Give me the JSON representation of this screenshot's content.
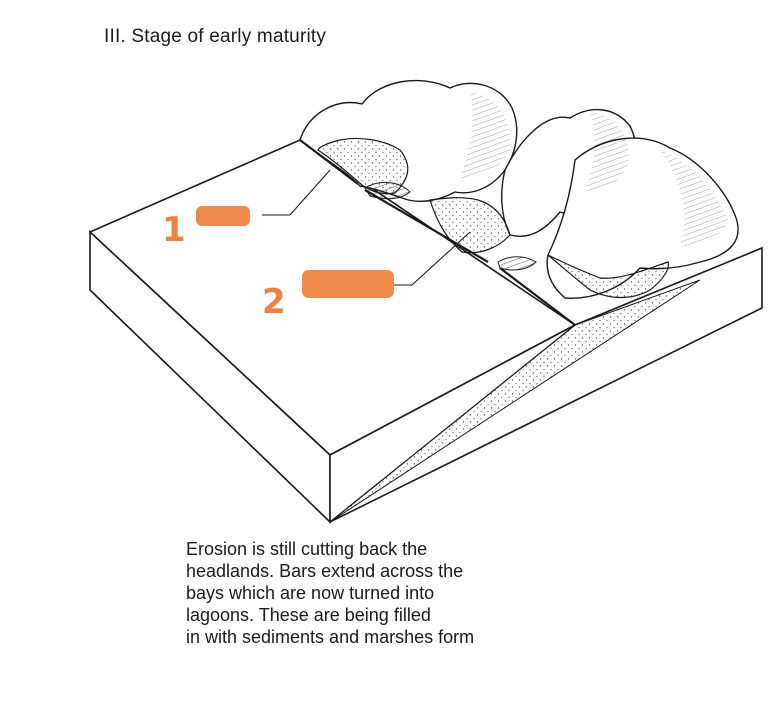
{
  "title": "III. Stage of early maturity",
  "labels": {
    "one": "1",
    "two": "2"
  },
  "caption": [
    "Erosion is still cutting back the",
    "headlands. Bars extend across the",
    "bays which are now turned into",
    "lagoons. These are being filled",
    "in with sediments and marshes form"
  ],
  "colors": {
    "ink": "#1a1a1a",
    "redaction": "#f08a4b",
    "stipple": "#555555"
  }
}
